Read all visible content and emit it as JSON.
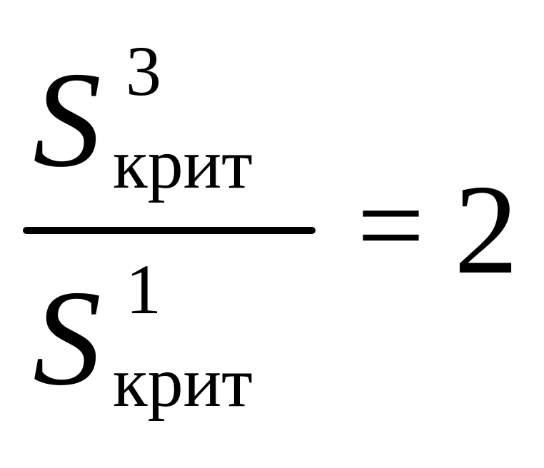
{
  "formula": {
    "numerator": {
      "variable": "S",
      "superscript": "3",
      "subscript": "крит"
    },
    "denominator": {
      "variable": "S",
      "superscript": "1",
      "subscript": "крит"
    },
    "relation": "=",
    "value": "2"
  }
}
